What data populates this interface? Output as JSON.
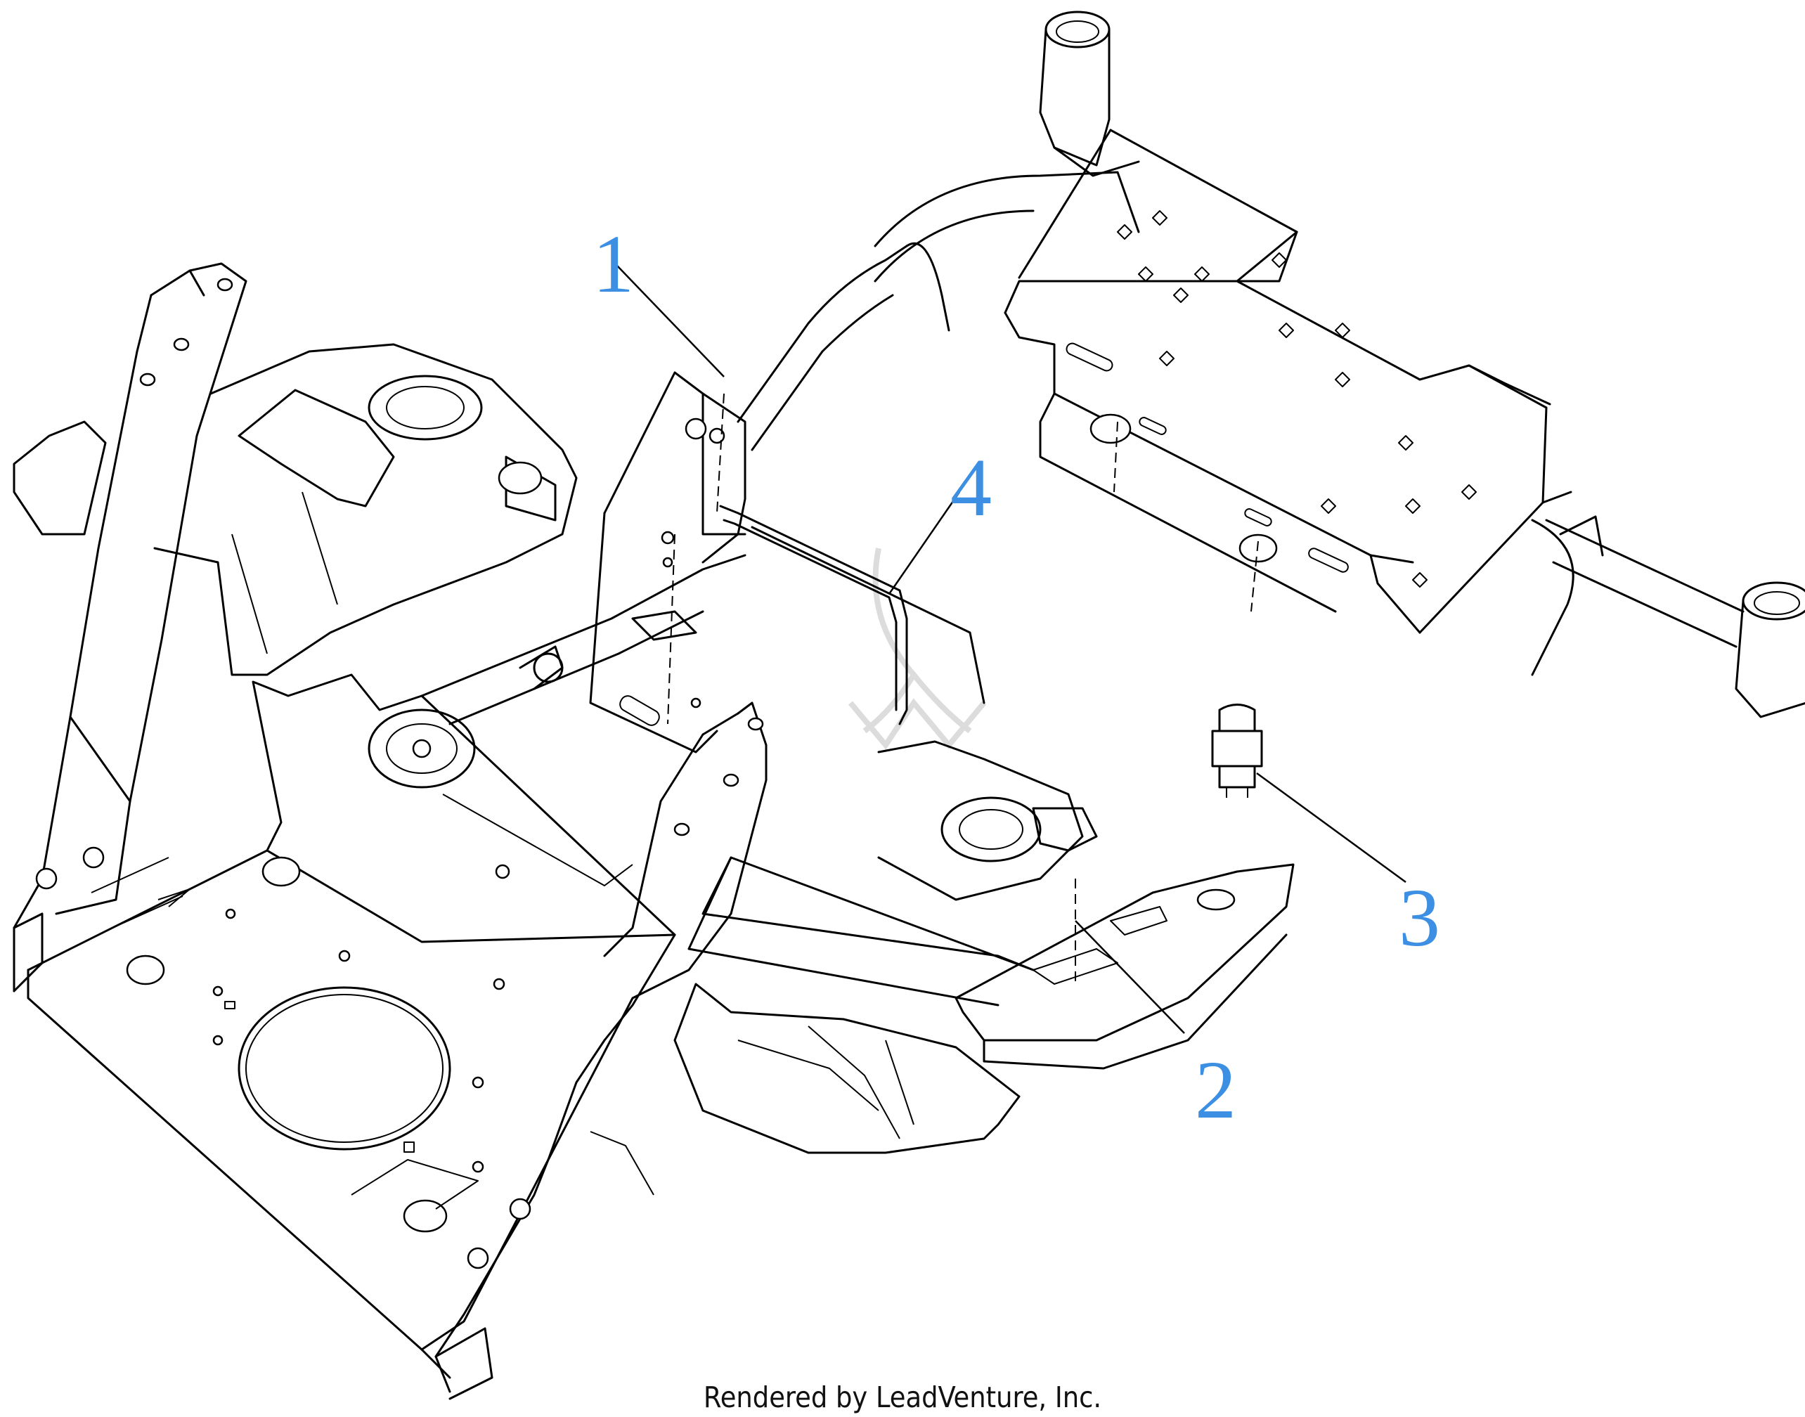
{
  "callouts": [
    {
      "id": "1",
      "label": "1"
    },
    {
      "id": "2",
      "label": "2"
    },
    {
      "id": "3",
      "label": "3"
    },
    {
      "id": "4",
      "label": "4"
    }
  ],
  "footer": {
    "text": "Rendered by LeadVenture, Inc."
  },
  "colors": {
    "callout": "#3d8fe3",
    "linework": "#000000",
    "background": "#ffffff",
    "watermark": "#dcdcdc"
  }
}
